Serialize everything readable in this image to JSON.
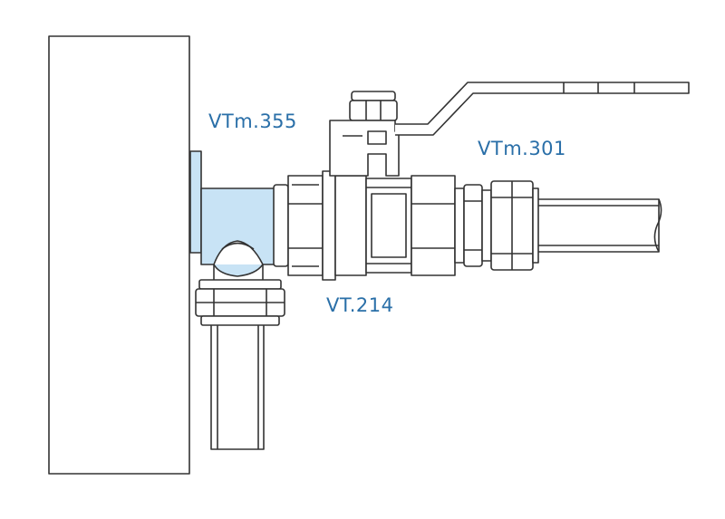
{
  "labels": {
    "tee_fitting": "VTm.355",
    "compression_adapter": "VTm.301",
    "ball_valve": "VT.214"
  },
  "colors": {
    "line": "#333333",
    "highlight_fill": "#c8e3f5",
    "label_text": "#2a6fa8",
    "background": "#ffffff"
  }
}
